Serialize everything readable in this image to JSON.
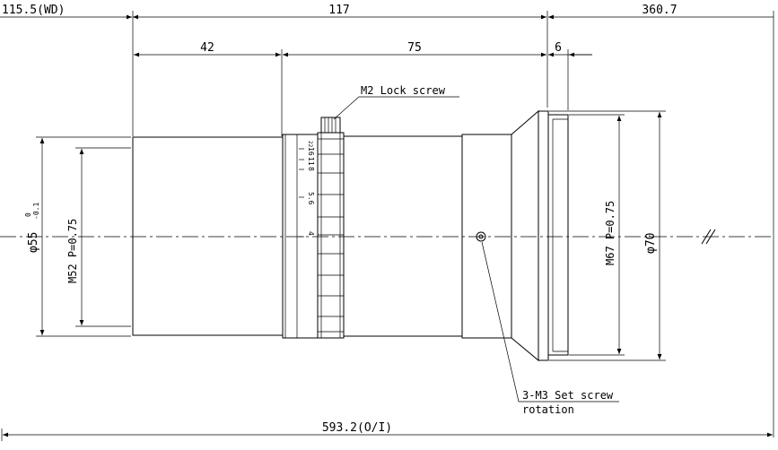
{
  "dimensions": {
    "wd": "115.5(WD)",
    "length_117": "117",
    "dist_360": "360.7",
    "length_42": "42",
    "length_75": "75",
    "length_6": "6",
    "total_oi": "593.2(O/I)",
    "dia_55": "φ55",
    "dia_55_upper_tol": "0",
    "dia_55_lower_tol": "-0.1",
    "thread_m52": "M52 P=0.75",
    "thread_m67": "M67 P=0.75",
    "dia_70": "φ70"
  },
  "labels": {
    "lock_screw": "M2 Lock screw",
    "set_screw_line1": "3-M3 Set screw",
    "set_screw_line2": "rotation"
  },
  "aperture_scale": [
    "16",
    "11",
    "8",
    "5.6",
    "4"
  ],
  "aperture_scale_top_extra": "22"
}
